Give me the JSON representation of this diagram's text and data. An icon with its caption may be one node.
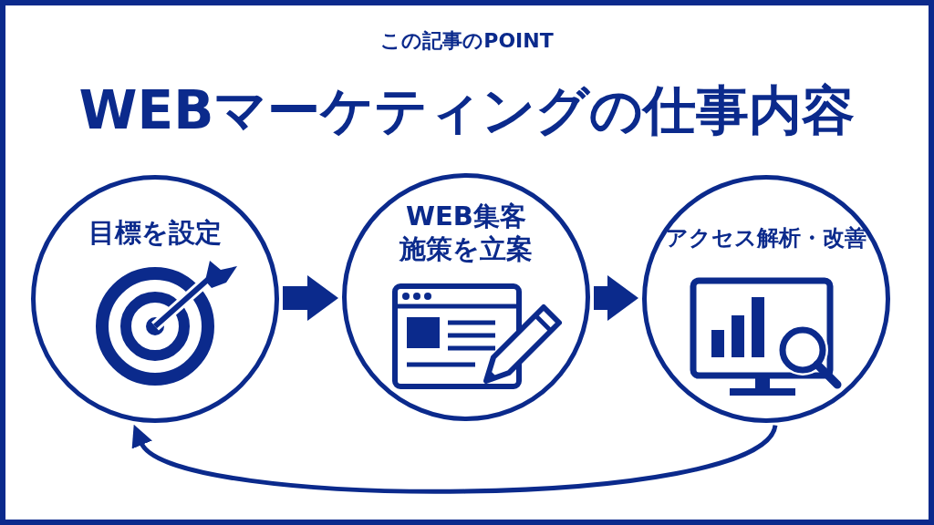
{
  "diagram": {
    "title": "WEBマーケティングの仕事内容",
    "nodes": [
      {
        "text": [
          "目標を設定"
        ]
      },
      {
        "text": [
          "WEB集客施策を立案"
        ]
      },
      {
        "text": [
          "アクセス解析・改善"
        ]
      }
    ],
    "edges": [
      {
        "from": 0,
        "to": 1,
        "arrow": "to"
      },
      {
        "from": 1,
        "to": 2,
        "arrow": "to"
      },
      {
        "from": 2,
        "to": 0,
        "arrow": "to"
      }
    ],
    "labels": [
      "この記事のPOINT"
    ]
  }
}
